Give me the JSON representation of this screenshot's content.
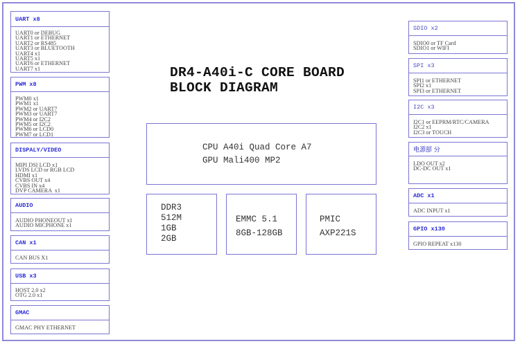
{
  "title": {
    "line1": "DR4-A40i-C CORE BOARD",
    "line2": "BLOCK DIAGRAM"
  },
  "colors": {
    "border": "#7a74d4",
    "header_text": "#2a2ad8",
    "body_text": "#444444"
  },
  "core": {
    "cpu": {
      "line1": "CPU A40i Quad Core A7",
      "line2": "GPU Mali400 MP2"
    },
    "ddr": {
      "lines": [
        "DDR3",
        "512M",
        "1GB",
        "2GB"
      ]
    },
    "emmc": {
      "lines": [
        "EMMC 5.1",
        "8GB-128GB"
      ]
    },
    "pmic": {
      "lines": [
        "PMIC",
        "AXP221S"
      ]
    }
  },
  "left_blocks": [
    {
      "title": "UART x8",
      "items": [
        "UART0 or DEBUG",
        "UART1 or ETHERNET",
        "UART2 or RS485",
        "UART3 or BLUETOOTH",
        "UART4 x1",
        "UART5 x1",
        "UART6 or ETHERNET",
        "UART7 x1"
      ]
    },
    {
      "title": "PWM x8",
      "items": [
        "PWM0 x1",
        "PWM1 x1",
        "PWM2 or UART7",
        "PWM3 or UART7",
        "PWM4 or I2C2",
        "PWM5 or I2C2",
        "PWM6 or LCD0",
        "PWM7 or LCD1"
      ]
    },
    {
      "title": "DISPALY/VIDEO",
      "items": [
        "MIPI DSI LCD x1",
        "LVDS LCD or RGB LCD",
        "HDMI x1",
        "CVBS OUT x4",
        "CVBS IN x4",
        "DVP CAMERA  x1"
      ]
    },
    {
      "title": "AUDIO",
      "items": [
        "AUDIO PHONEOUT x1",
        "AUDIO MICPHONE x1"
      ]
    },
    {
      "title": "CAN x1",
      "items": [
        "CAN BUS X1"
      ]
    },
    {
      "title": "USB x3",
      "items": [
        "HOST 2.0 x2",
        "OTG 2.0 x1"
      ]
    },
    {
      "title": "GMAC",
      "items": [
        "GMAC PHY ETHERNET"
      ]
    }
  ],
  "right_blocks": [
    {
      "title": "SDIO x2",
      "items": [
        "SDIO0 or TF Card",
        "SDIO1 or WIFI"
      ]
    },
    {
      "title": "SPI x3",
      "items": [
        "SPI1 or ETHERNET",
        "SPI2 x1",
        "SPI3 or ETHERNET"
      ]
    },
    {
      "title": "I2C x3",
      "items": [
        "I2C1 or EEPRM/RTC/CAMERA",
        "I2C2 x1",
        "I2C3 or TOUCH"
      ]
    },
    {
      "title": "电源部 分",
      "items": [
        "LDO OUT x2",
        "DC-DC OUT x1"
      ]
    },
    {
      "title": "ADC x1",
      "items": [
        "ADC INPUT x1"
      ]
    },
    {
      "title": "GPIO x130",
      "items": [
        "GPIO REPEAT x130"
      ]
    }
  ]
}
